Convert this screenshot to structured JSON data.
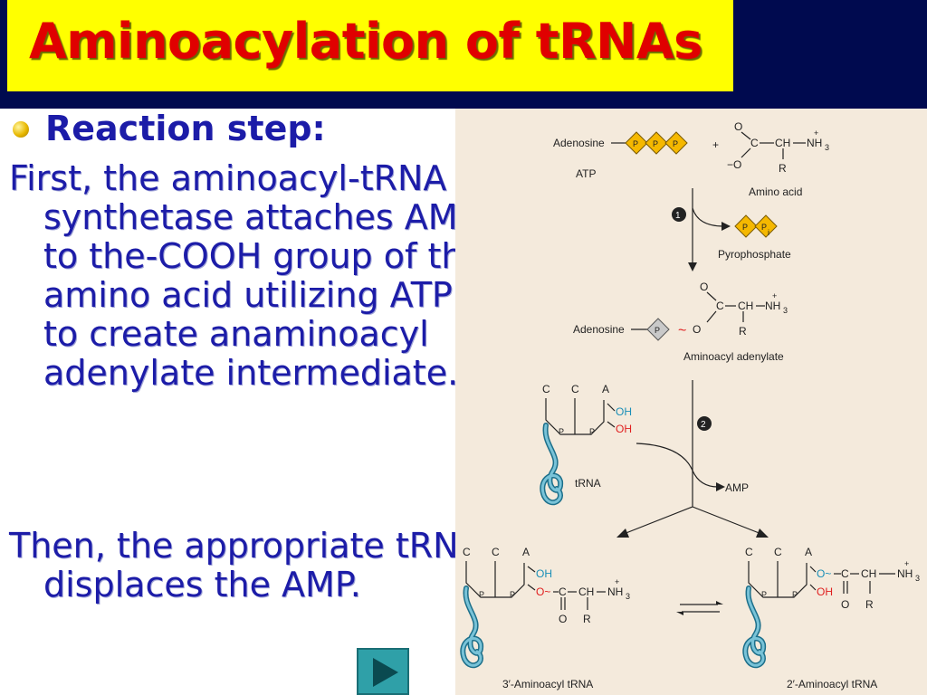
{
  "title": "Aminoacylation of tRNAs",
  "bullet": {
    "heading": "Reaction step:"
  },
  "paragraphs": [
    "First, the aminoacyl-tRNA synthetase attaches AMP to the-COOH group of the amino acid utilizing ATP to create anaminoacyl adenylate intermediate.",
    "Then, the appropriate tRNA displaces the AMP."
  ],
  "nav": {
    "next_icon": "play-triangle-icon"
  },
  "diagram": {
    "adenosine": "Adenosine",
    "phosphate": "P",
    "atp": "ATP",
    "plus": "+",
    "oxygen": "O",
    "carbon": "C",
    "ch": "CH",
    "nh3": "NH",
    "nh3_sub": "3",
    "r": "R",
    "charge_plus": "+",
    "charge_minus": "−O",
    "amino_acid": "Amino acid",
    "step1": "1",
    "pi_sub": "i",
    "pyrophosphate": "Pyrophosphate",
    "wave": "~",
    "aminoacyl_adenylate": "Aminoacyl adenylate",
    "c_label": "C",
    "a_label": "A",
    "oh": "OH",
    "trna": "tRNA",
    "step2": "2",
    "amp": "AMP",
    "o_wave": "O~",
    "trna_3": "3′-Aminoacyl tRNA",
    "trna_2": "2′-Aminoacyl tRNA",
    "colors": {
      "phosphate_fill": "#f5b800",
      "trna_blue": "#1c6f8a",
      "oh_blue": "#1a8fb8",
      "oh_red": "#e02020"
    }
  }
}
